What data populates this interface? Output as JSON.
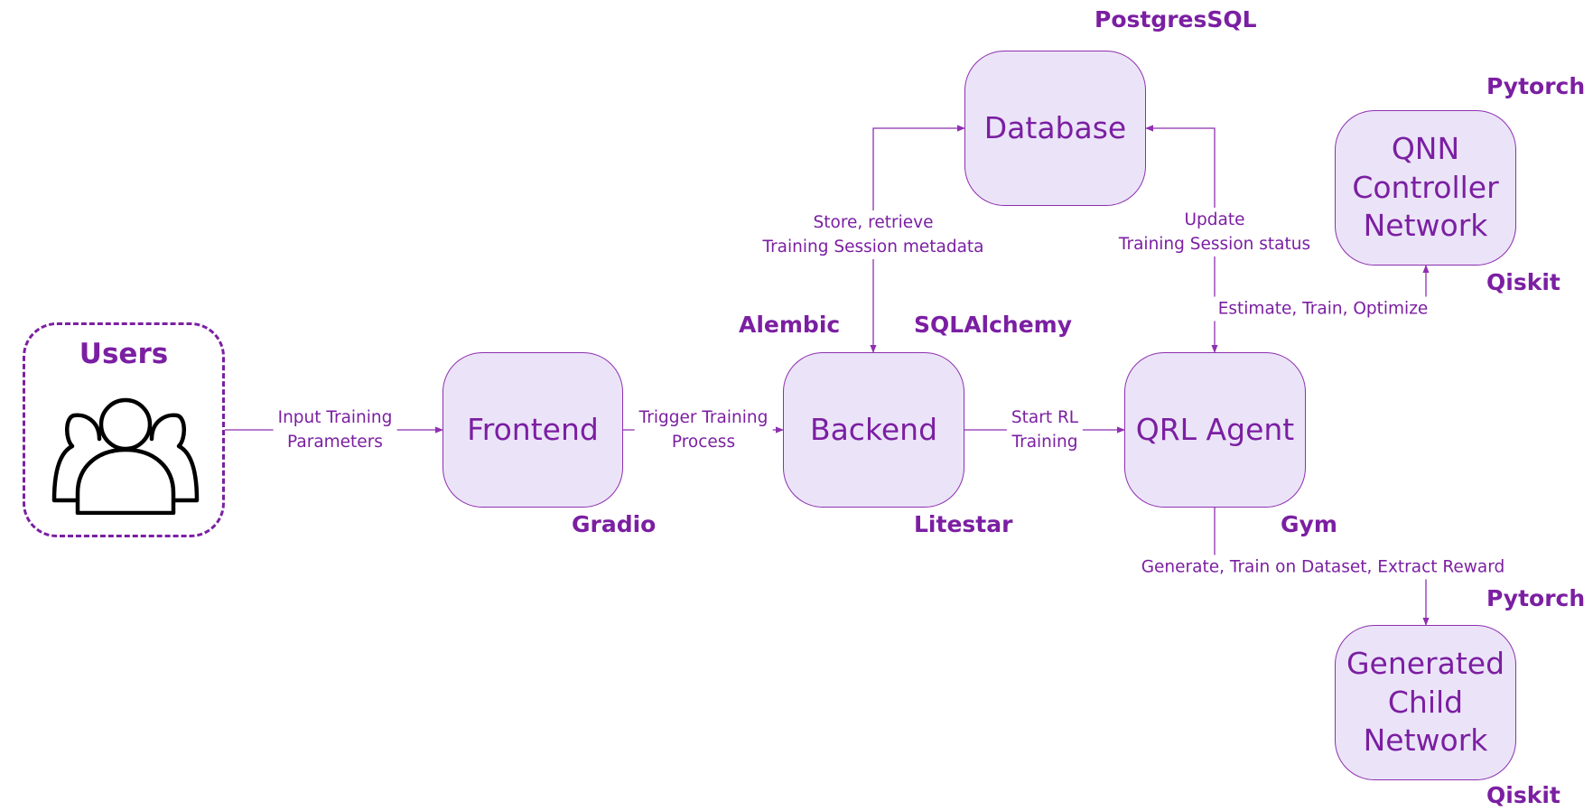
{
  "users": {
    "title": "Users",
    "icon": "users-icon"
  },
  "nodes": {
    "frontend": "Frontend",
    "backend": "Backend",
    "database": "Database",
    "qrl_agent": "QRL Agent",
    "qnn": [
      "QNN",
      "Controller",
      "Network"
    ],
    "child": [
      "Generated",
      "Child",
      "Network"
    ]
  },
  "tech": {
    "postgres": "PostgresSQL",
    "alembic": "Alembic",
    "sqlalchemy": "SQLAlchemy",
    "gradio": "Gradio",
    "litestar": "Litestar",
    "gym": "Gym",
    "pytorch_qnn": "Pytorch",
    "qiskit_qnn": "Qiskit",
    "pytorch_child": "Pytorch",
    "qiskit_child": "Qiskit"
  },
  "edges": {
    "input_training": [
      "Input Training",
      "Parameters"
    ],
    "trigger_training": [
      "Trigger Training",
      "Process"
    ],
    "start_rl": [
      "Start RL",
      "Training"
    ],
    "store_retrieve": [
      "Store, retrieve",
      "Training Session metadata"
    ],
    "update_status": [
      "Update",
      "Training Session status"
    ],
    "estimate_train": "Estimate, Train, Optimize",
    "generate_train": "Generate, Train on Dataset, Extract Reward"
  },
  "colors": {
    "accent": "#7b1fa2",
    "node_fill": "#ebe4f8",
    "node_border": "#8e2fb0",
    "icon": "#000000"
  }
}
